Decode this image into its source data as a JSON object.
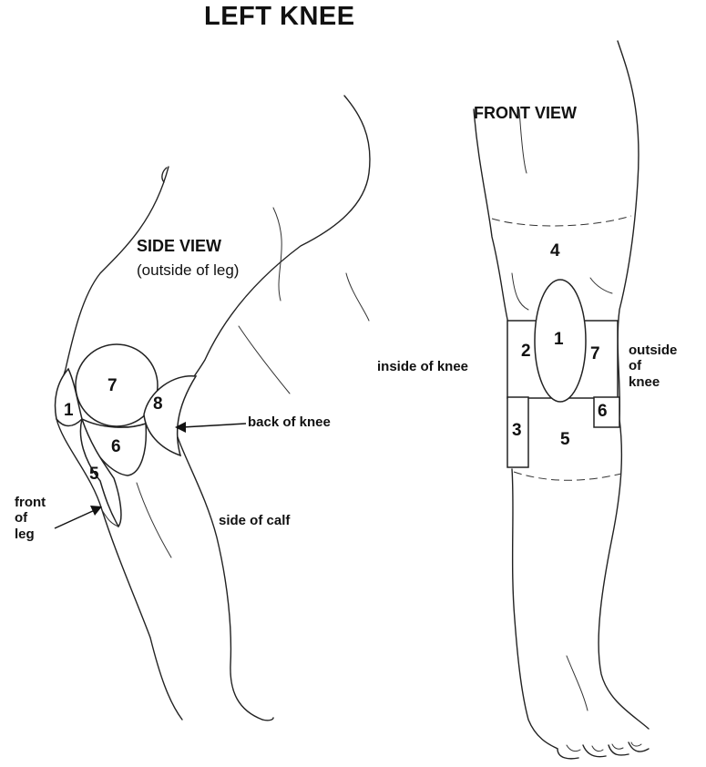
{
  "title": "LEFT KNEE",
  "side_view": {
    "heading": "SIDE VIEW",
    "subheading": "(outside of leg)",
    "zones": [
      "1",
      "5",
      "6",
      "7",
      "8"
    ],
    "annotations": {
      "back_of_knee": "back of knee",
      "side_of_calf": "side of calf",
      "front_of_leg": [
        "front",
        "of",
        "leg"
      ]
    }
  },
  "front_view": {
    "heading": "FRONT VIEW",
    "zones": [
      "1",
      "2",
      "3",
      "4",
      "5",
      "6",
      "7"
    ],
    "annotations": {
      "inside_of_knee": "inside of knee",
      "outside_of_knee": [
        "outside",
        "of",
        "knee"
      ]
    }
  }
}
